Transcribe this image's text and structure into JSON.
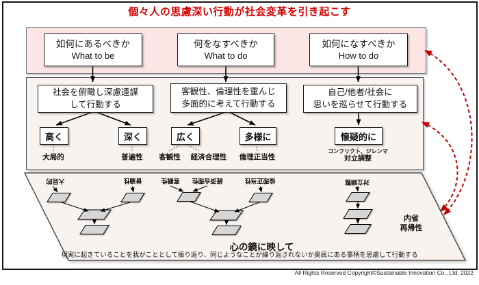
{
  "title": "個々人の思慮深い行動が社会変革を引き起こす",
  "top_band": {
    "boxes": [
      {
        "jp": "如何にあるべきか",
        "en": "What to be"
      },
      {
        "jp": "何をなすべきか",
        "en": "What to do"
      },
      {
        "jp": "如何になすべきか",
        "en": "How to do"
      }
    ]
  },
  "middle_band": {
    "action_boxes": [
      {
        "line1": "社会を俯瞰し深慮遠謀",
        "line2": "して行動する"
      },
      {
        "line1": "客観性、倫理性を重んじ",
        "line2": "多面的に考えて行動する"
      },
      {
        "line1": "自己/他者/社会に",
        "line2": "思いを巡らせて行動する"
      }
    ],
    "keywords": [
      "高く",
      "深く",
      "広く",
      "多様に",
      "懐疑的に"
    ],
    "value_labels": [
      "大局的",
      "普遍性",
      "客観性",
      "経済合理性",
      "倫理正当性"
    ],
    "conflict_label": {
      "line1": "コンフリクト、ジレンマ",
      "line2": "対立調整"
    }
  },
  "mirror_panel": {
    "reflected_labels": [
      "大局的",
      "普遍性",
      "客観性",
      "経済合理性",
      "倫理正当性",
      "対立調整"
    ],
    "side_note": {
      "line1": "内省",
      "line2": "再帰性"
    },
    "caption_title": "心の鏡に映して",
    "caption_body": "現実に起きていることを我がこととして振り返り、同じようなことが繰り返されないか奥底にある事柄を思慮して行動する"
  },
  "footer": {
    "copyright": "All Rights Reserved Copyright©Sustainable Innovation Co., Ltd.  2022"
  },
  "colors": {
    "accent_red": "#d10000",
    "feedback_red": "#c00000",
    "pink_fill": "#fbe5e5",
    "panel_fill": "#f9f3ef",
    "shape_gray": "#d6d6d6"
  }
}
